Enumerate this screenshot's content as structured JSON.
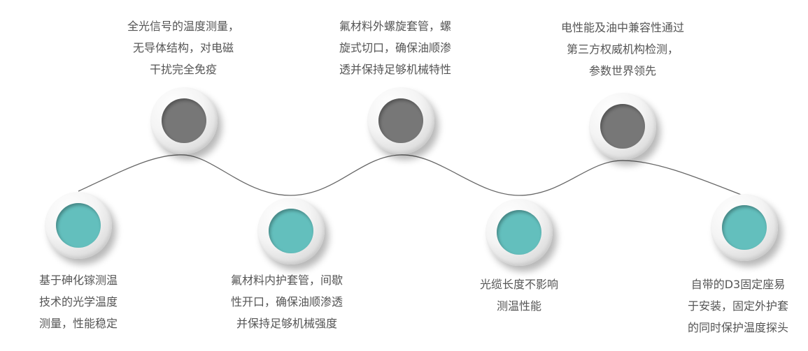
{
  "colors": {
    "teal": "#63bfbd",
    "gray": "#777777",
    "line": "#666666",
    "text": "#555555"
  },
  "milestones": [
    {
      "id": "m1",
      "color": "teal",
      "lines": [
        "基于砷化镓测温",
        "技术的光学温度",
        "测量，性能稳定"
      ]
    },
    {
      "id": "m2",
      "color": "gray",
      "lines": [
        "全光信号的温度测量，",
        "无导体结构，对电磁",
        "干扰完全免疫"
      ]
    },
    {
      "id": "m3",
      "color": "teal",
      "lines": [
        "氟材料内护套管，间歇",
        "性开口，确保油顺渗透",
        "并保持足够机械强度"
      ]
    },
    {
      "id": "m4",
      "color": "gray",
      "lines": [
        "氟材料外螺旋套管，螺",
        "旋式切口，确保油顺渗",
        "透并保持足够机械特性"
      ]
    },
    {
      "id": "m5",
      "color": "teal",
      "lines": [
        "光缆长度不影响",
        "测温性能"
      ]
    },
    {
      "id": "m6",
      "color": "gray",
      "lines": [
        "电性能及油中兼容性通过",
        "第三方权威机构检测，",
        "参数世界领先"
      ]
    },
    {
      "id": "m7",
      "color": "teal",
      "lines": [
        "自带的D3固定座易",
        "于安装，固定外护套",
        "的同时保护温度探头"
      ]
    }
  ]
}
